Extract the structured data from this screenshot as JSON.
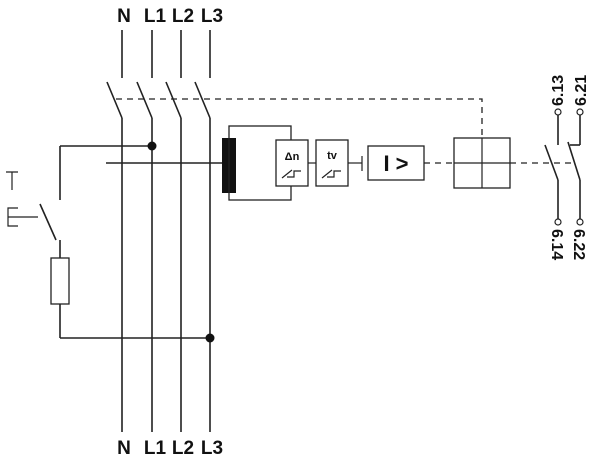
{
  "conductors": {
    "top": [
      "N",
      "L1",
      "L2",
      "L3"
    ],
    "bottom": [
      "N",
      "L1",
      "L2",
      "L3"
    ]
  },
  "relay": {
    "delta_n": "Δn",
    "tv": "tv",
    "amplifier": "I >"
  },
  "aux_contacts": {
    "left_top": "6.13",
    "right_top": "6.21",
    "left_bottom": "6.14",
    "right_bottom": "6.22"
  },
  "test_button": {
    "symbol_t": "T",
    "symbol_e": "E"
  },
  "colors": {
    "line": "#222222",
    "core": "#111111"
  }
}
